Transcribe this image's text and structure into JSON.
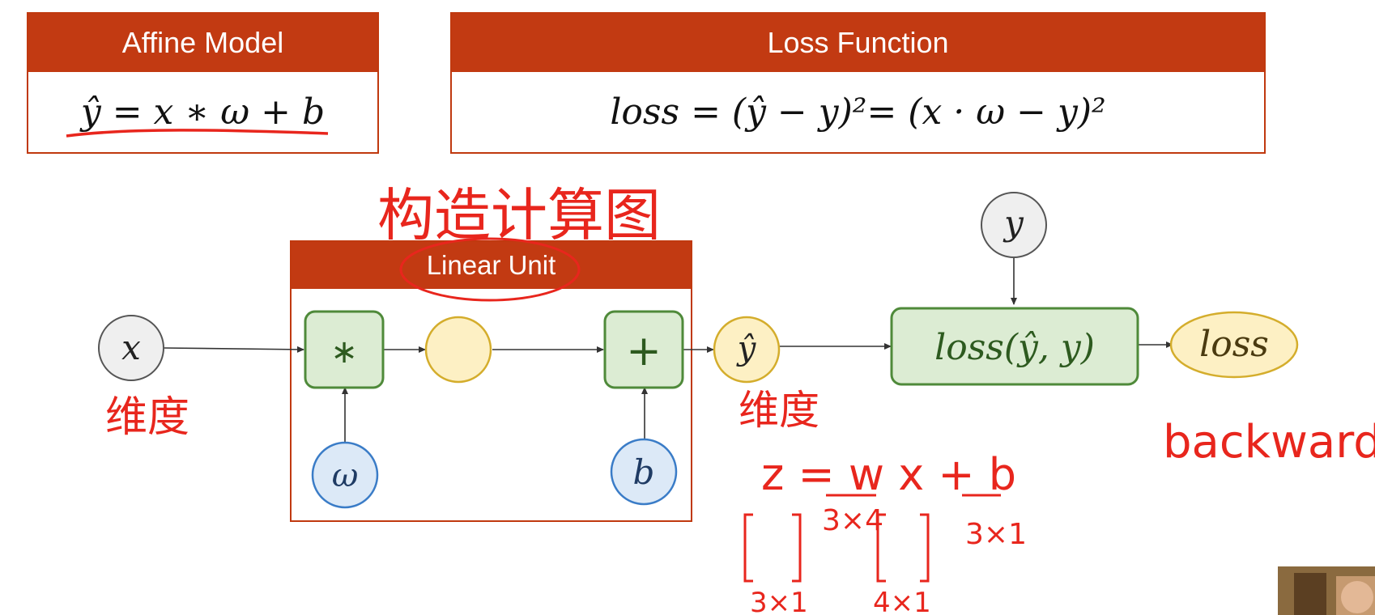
{
  "affine_model": {
    "title": "Affine Model",
    "formula": "ŷ = x ∗ ω + b"
  },
  "loss_function": {
    "title": "Loss Function",
    "formula": "loss = (ŷ − y)²= (x · ω − y)²"
  },
  "linear_unit": {
    "title": "Linear Unit"
  },
  "nodes": {
    "x": "x",
    "multiply": "∗",
    "intermediate": "",
    "add": "+",
    "omega": "ω",
    "b": "b",
    "y_hat": "ŷ",
    "y": "y",
    "loss_fn": "loss(ŷ, y)",
    "loss_out": "loss"
  },
  "annotations": {
    "top_handwriting": "构造计算图",
    "dim_x": "维度",
    "dim_yhat": "维度",
    "equation": "z = w x + b",
    "w_shape": "3×4",
    "b_shape": "3×1",
    "z_shape": "3×1",
    "x_shape": "4×1",
    "backward": "backward"
  },
  "colors": {
    "header_red": "#c23a12",
    "op_green_fill": "#dcecd3",
    "op_green_stroke": "#4f8a3a",
    "yellow_fill": "#fdf0c4",
    "yellow_stroke": "#d4ad2c",
    "blue_fill": "#dce9f7",
    "blue_stroke": "#3a7cc7",
    "gray_fill": "#efefef",
    "gray_stroke": "#555555",
    "ink_red": "#e8261d"
  }
}
